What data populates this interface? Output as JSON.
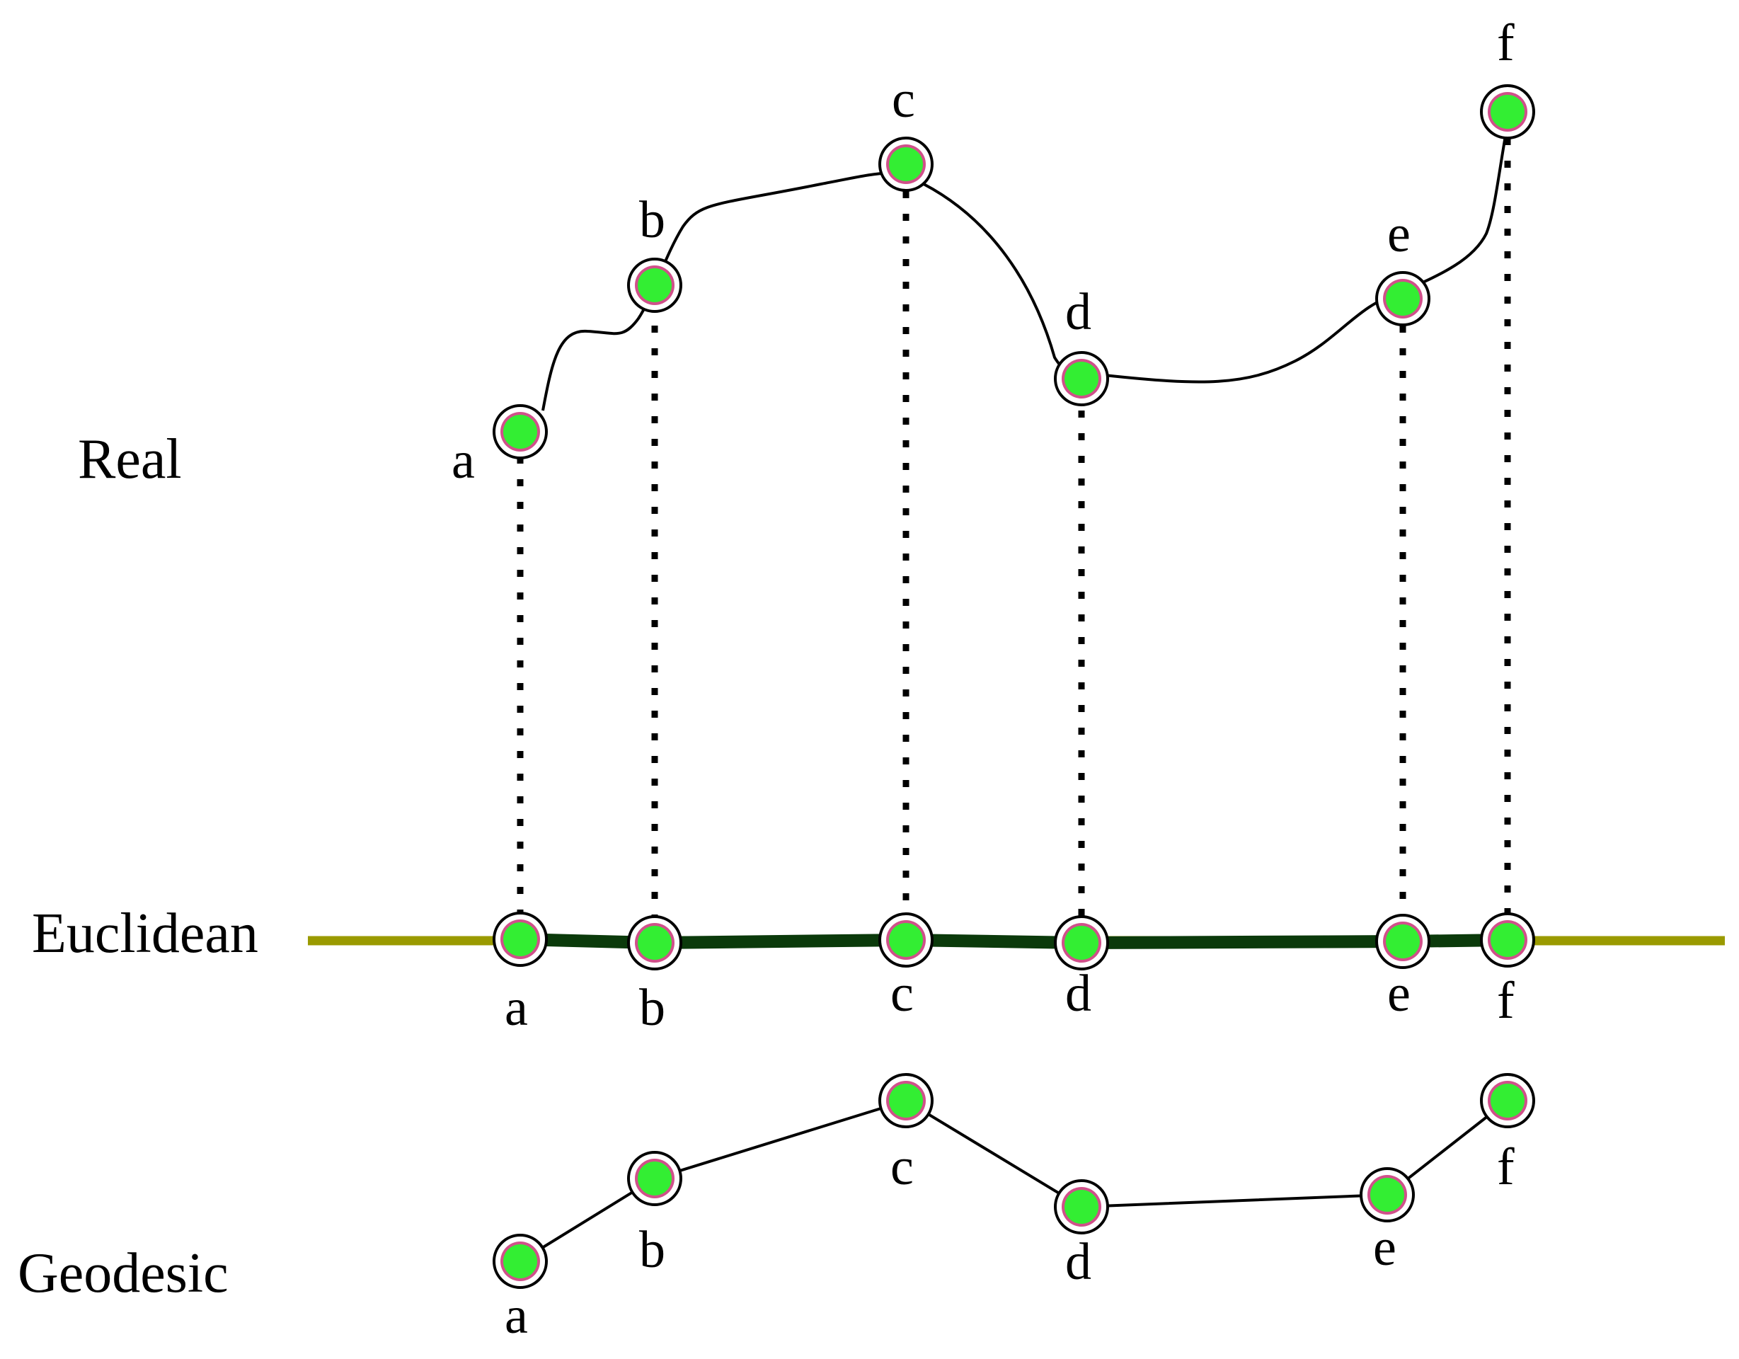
{
  "rows": {
    "real": {
      "label": "Real"
    },
    "euclidean": {
      "label": "Euclidean"
    },
    "geodesic": {
      "label": "Geodesic"
    }
  },
  "points": [
    "a",
    "b",
    "c",
    "d",
    "e",
    "f"
  ],
  "colors": {
    "node_fill": "#33ee33",
    "node_ring": "#d0508a",
    "node_outline": "#000000",
    "axis_line": "#9a9a00",
    "euclidean_path": "#0b3a0b",
    "curve": "#000000",
    "projection": "#000000"
  }
}
